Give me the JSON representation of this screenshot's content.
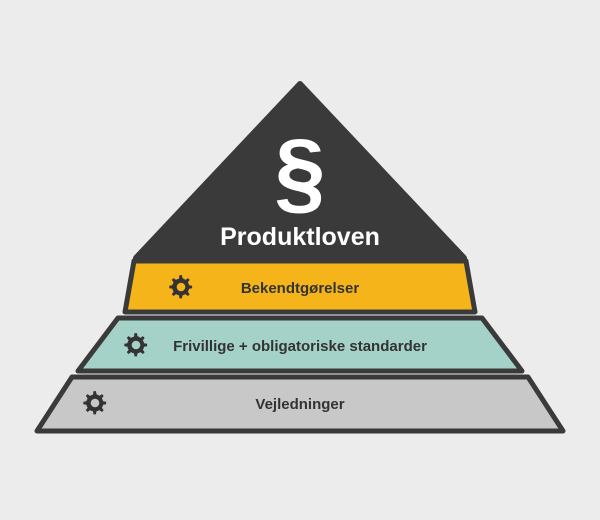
{
  "pyramid": {
    "apex": {
      "symbol": "§",
      "title": "Produktloven"
    },
    "tiers": [
      {
        "label": "Bekendtgørelser",
        "icon": "gear-icon",
        "color": "#f5b51a"
      },
      {
        "label": "Frivillige + obligatoriske standarder",
        "icon": "gear-icon",
        "color": "#a5d2c8"
      },
      {
        "label": "Vejledninger",
        "icon": "gear-icon",
        "color": "#c8c8c8"
      }
    ]
  },
  "colors": {
    "background": "#ececec",
    "apex": "#3a3a3a",
    "outline": "#3a3a3a",
    "apex_text": "#ffffff",
    "tier_text": "#333333"
  }
}
